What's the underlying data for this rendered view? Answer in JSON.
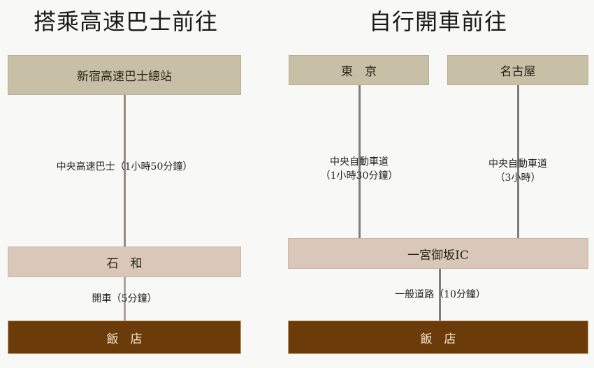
{
  "bus": {
    "title": "搭乘高速巴士前往",
    "origin": "新宿高速巴士總站",
    "leg1": "中央高速巴士（1小時50分鐘）",
    "transfer": "石　和",
    "leg2": "開車（5分鐘）",
    "destination": "飯　店"
  },
  "car": {
    "title": "自行開車前往",
    "origin_tokyo": "東　京",
    "origin_nagoya": "名古屋",
    "leg_tokyo_line1": "中央自動車道",
    "leg_tokyo_line2": "（1小時30分鐘）",
    "leg_nagoya_line1": "中央自動車道",
    "leg_nagoya_line2": "（3小時）",
    "interchange": "一宮御坂IC",
    "leg_final": "一般道路（10分鐘）",
    "destination": "飯　店"
  },
  "colors": {
    "origin_box": "#c8c0a6",
    "transfer_box": "#d9c8ba",
    "destination_box": "#6b3c0a",
    "destination_text": "#f3e6d0"
  }
}
